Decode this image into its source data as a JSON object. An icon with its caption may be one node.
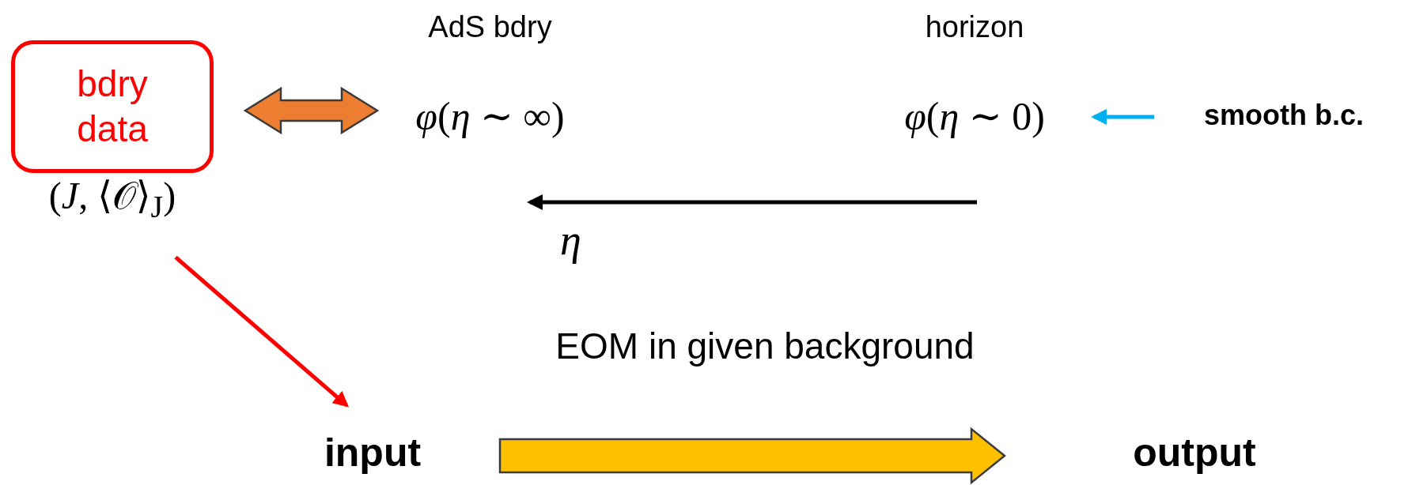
{
  "diagram": {
    "nodes": [
      {
        "text": [
          "bdry data"
        ],
        "beside": [
          "(*J*, ⟨𝒪⟩$_{J}$)"
        ]
      },
      {
        "text": [
          "*φ*(*η* ∼ ∞)"
        ],
        "beside": [
          "AdS bdry"
        ]
      },
      {
        "text": [
          "*φ*(*η* ∼ 0)"
        ],
        "beside": [
          "horizon"
        ]
      },
      {
        "text": [
          "smooth b.c."
        ]
      },
      {
        "text": [
          "input"
        ]
      },
      {
        "text": [
          "output"
        ]
      }
    ],
    "edges": [
      {
        "from": 0,
        "to": 1,
        "arrow": "both",
        "style": "thick",
        "color": "#ed7d31"
      },
      {
        "from": 3,
        "to": 2,
        "arrow": "to",
        "color": "#00b0f0"
      },
      {
        "from": 0,
        "to": 4,
        "arrow": "to",
        "color": "#ff0000"
      },
      {
        "from": 4,
        "to": 5,
        "arrow": "to",
        "label": "EOM in given background",
        "style": "thick",
        "color": "#ffc000"
      }
    ],
    "labels": [
      "*η*"
    ]
  }
}
